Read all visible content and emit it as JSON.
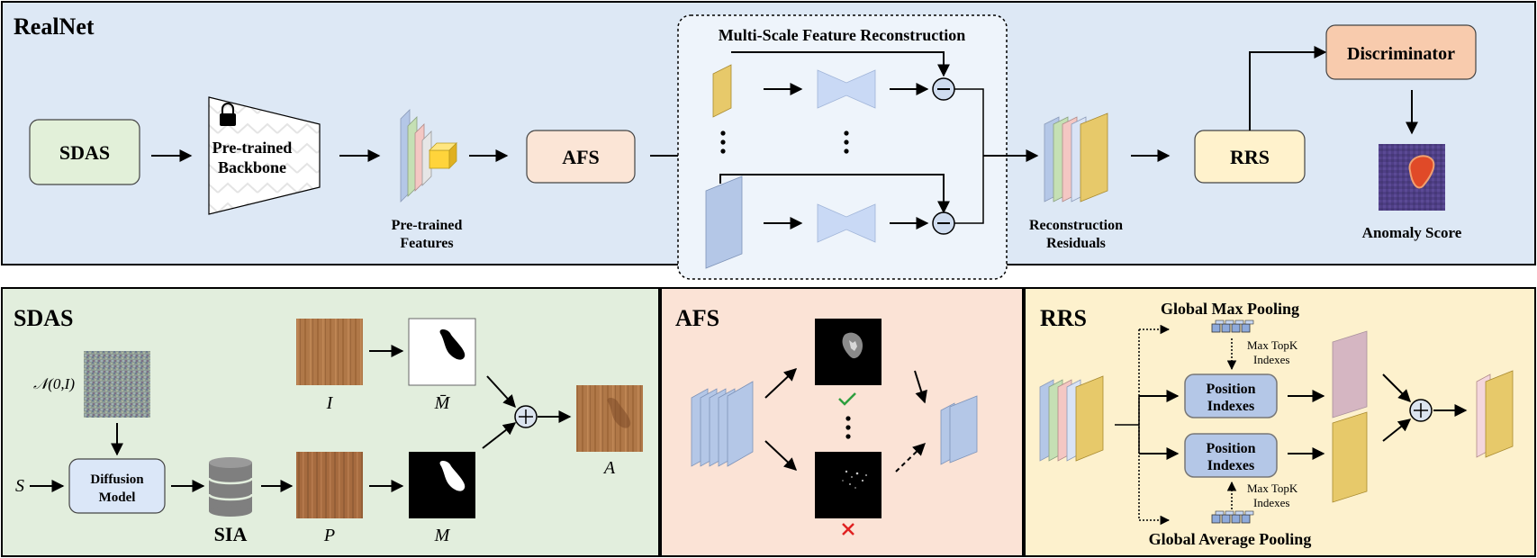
{
  "colors": {
    "realnet_bg": "#dde8f5",
    "sdas_bg": "#e2eedd",
    "afs_bg": "#fbe3d6",
    "rrs_bg": "#fdf1cd",
    "msfr_bg": "#eef4fb",
    "sdas_box": "#e2f0d9",
    "afs_box": "#fbe5d6",
    "rrs_box": "#fff2cc",
    "disc_box": "#f8cbad",
    "feature_blue": "#b4c7e7",
    "feature_yellow": "#e7c96a",
    "wood": "#b07848"
  },
  "realnet": {
    "title": "RealNet",
    "sdas_label": "SDAS",
    "backbone_line1": "Pre-trained",
    "backbone_line2": "Backbone",
    "features_line1": "Pre-trained",
    "features_line2": "Features",
    "afs_label": "AFS",
    "msfr_title": "Multi-Scale Feature Reconstruction",
    "residuals_line1": "Reconstruction",
    "residuals_line2": "Residuals",
    "rrs_label": "RRS",
    "discriminator_label": "Discriminator",
    "anomaly_label": "Anomaly Score",
    "lock_icon": "lock-icon"
  },
  "sdas": {
    "title": "SDAS",
    "noise_label": "𝒩(0,I)",
    "s_label": "S",
    "diffusion_line1": "Diffusion",
    "diffusion_line2": "Model",
    "sia_label": "SIA",
    "i_label": "I",
    "mbar_label": "M̄",
    "p_label": "P",
    "m_label": "M",
    "a_label": "A"
  },
  "afs": {
    "title": "AFS",
    "check_icon": "check-icon",
    "cross_icon": "cross-icon"
  },
  "rrs": {
    "title": "RRS",
    "gmp_label": "Global Max Pooling",
    "gap_label": "Global Average Pooling",
    "topk_line1": "Max TopK",
    "topk_line2": "Indexes",
    "pos_line1": "Position",
    "pos_line2": "Indexes"
  }
}
